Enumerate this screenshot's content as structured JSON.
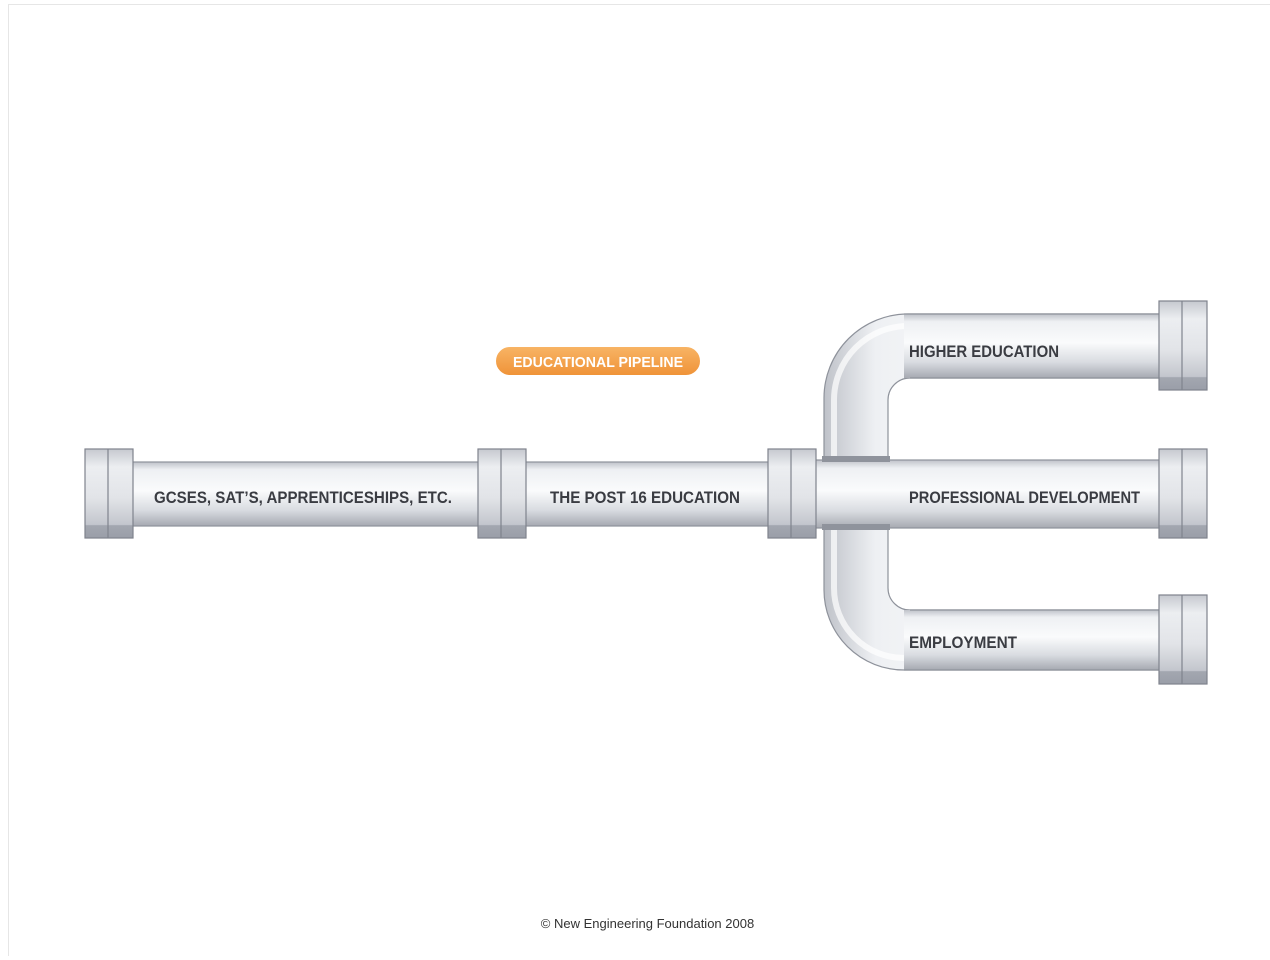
{
  "diagram": {
    "badge": "EDUCATIONAL PIPELINE",
    "stages": [
      {
        "label": "GCSES, SAT’S, APPRENTICESHIPS, ETC."
      },
      {
        "label": "THE POST 16 EDUCATION"
      }
    ],
    "outcomes": [
      {
        "label": "HIGHER EDUCATION"
      },
      {
        "label": "PROFESSIONAL DEVELOPMENT"
      },
      {
        "label": "EMPLOYMENT"
      }
    ],
    "colors": {
      "badge": "#f5a04a",
      "pipe_light": "#f6f7f9",
      "pipe_dark": "#a9acb4",
      "flange": "#d4d6dc"
    }
  },
  "footer": {
    "copyright": "© New Engineering Foundation 2008"
  }
}
